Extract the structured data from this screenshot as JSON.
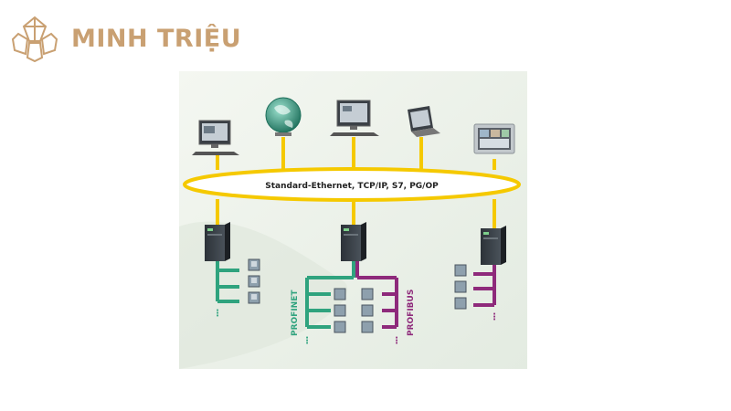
{
  "brand": {
    "name": "MINH TRIỆU",
    "color": "#c9a072"
  },
  "diagram": {
    "network_label": "Standard-Ethernet, TCP/IP, S7, PG/OP",
    "profinet_label": "PROFINET",
    "profibus_label": "PROFIBUS",
    "colors": {
      "ethernet": "#f5c900",
      "profinet": "#2fa37e",
      "profibus": "#8e2a7b"
    },
    "top_devices": [
      "pc-workstation-icon",
      "globe-icon",
      "pc-workstation-icon",
      "laptop-icon",
      "touch-panel-icon"
    ],
    "controllers": [
      "plc-controller-icon",
      "plc-controller-icon",
      "plc-controller-icon"
    ]
  }
}
